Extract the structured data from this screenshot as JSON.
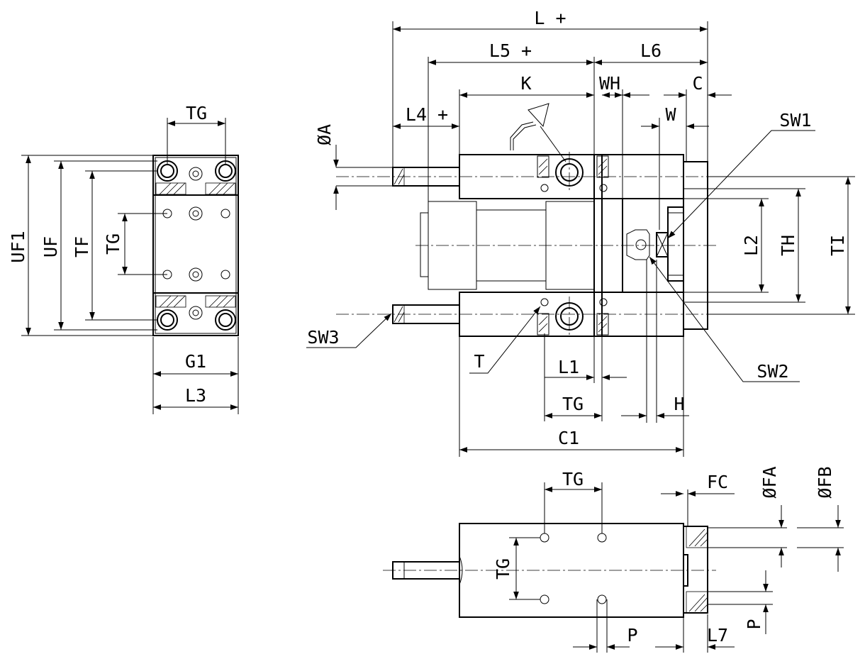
{
  "labels": {
    "L_plus": "L +",
    "L5_plus": "L5 +",
    "L6": "L6",
    "K": "K",
    "WH": "WH",
    "C": "C",
    "L4_plus": "L4 +",
    "W": "W",
    "SW1": "SW1",
    "diaA": "ØA",
    "L2": "L2",
    "TH": "TH",
    "TI": "TI",
    "SW3": "SW3",
    "T": "T",
    "SW2": "SW2",
    "L1": "L1",
    "TG": "TG",
    "H": "H",
    "C1": "C1",
    "UF1": "UF1",
    "UF": "UF",
    "TF": "TF",
    "G1": "G1",
    "L3": "L3",
    "FC": "FC",
    "diaFA": "ØFA",
    "diaFB": "ØFB",
    "P": "P",
    "L7": "L7"
  }
}
